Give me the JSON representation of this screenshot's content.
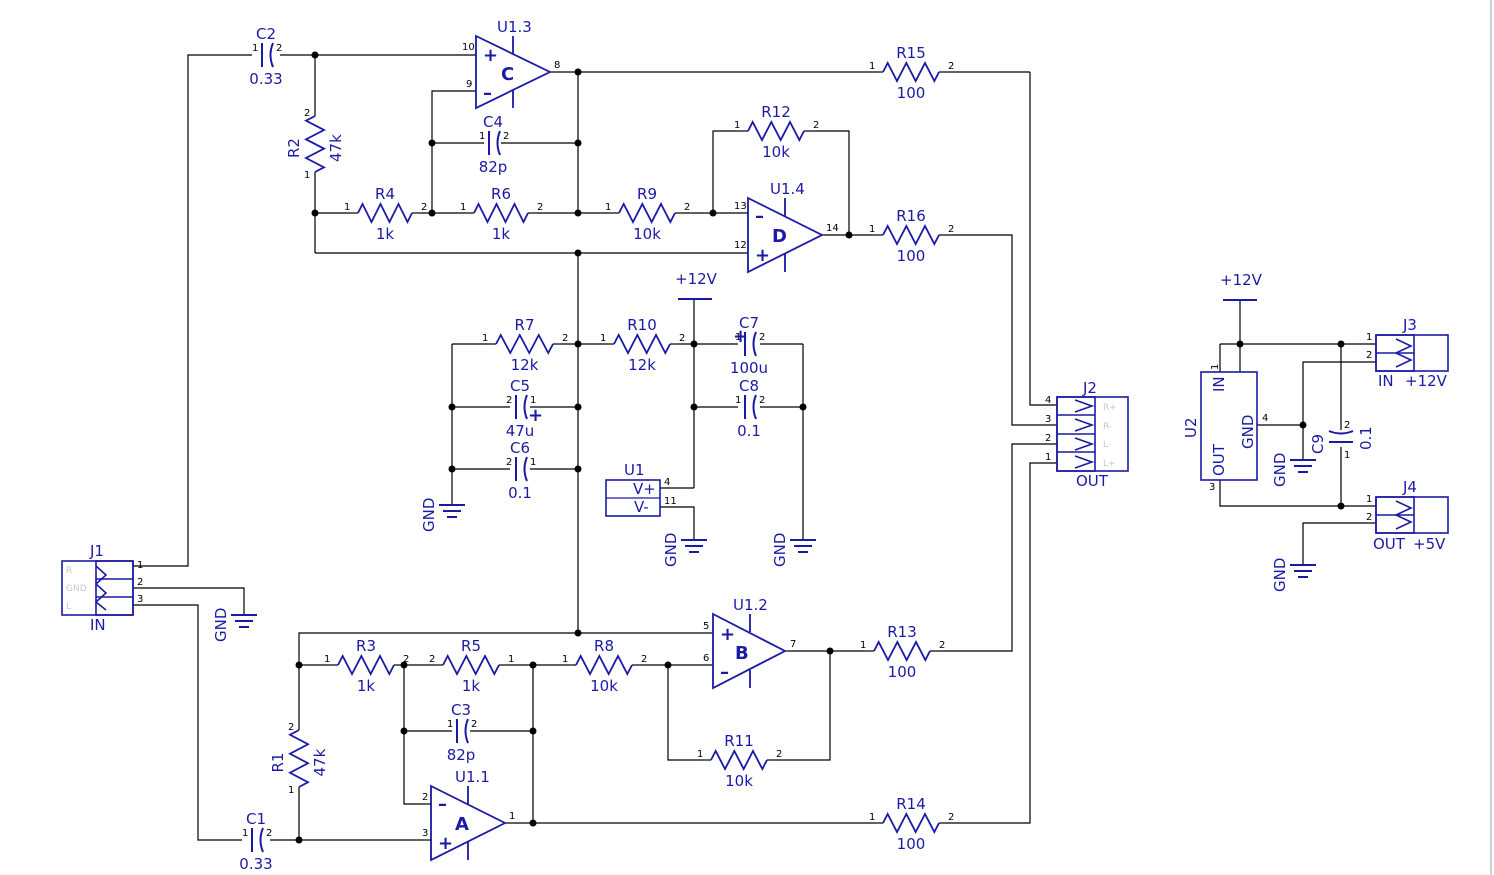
{
  "colors": {
    "wire": "#000000",
    "part": "#1a1aa6",
    "dot": "#000000",
    "pin_label": "#c8c8c8",
    "background": "#ffffff"
  },
  "opamps": [
    {
      "ref": "U1.3",
      "letter": "C",
      "pin_plus": "10",
      "pin_minus": "9",
      "pin_out": "8"
    },
    {
      "ref": "U1.4",
      "letter": "D",
      "pin_plus": "12",
      "pin_minus": "13",
      "pin_out": "14"
    },
    {
      "ref": "U1.2",
      "letter": "B",
      "pin_plus": "5",
      "pin_minus": "6",
      "pin_out": "7"
    },
    {
      "ref": "U1.1",
      "letter": "A",
      "pin_plus": "3",
      "pin_minus": "2",
      "pin_out": "1"
    }
  ],
  "resistors": [
    {
      "ref": "R15",
      "value": "100",
      "p1": "1",
      "p2": "2"
    },
    {
      "ref": "R12",
      "value": "10k",
      "p1": "1",
      "p2": "2"
    },
    {
      "ref": "R16",
      "value": "100",
      "p1": "1",
      "p2": "2"
    },
    {
      "ref": "R4",
      "value": "1k",
      "p1": "1",
      "p2": "2"
    },
    {
      "ref": "R6",
      "value": "1k",
      "p1": "1",
      "p2": "2"
    },
    {
      "ref": "R9",
      "value": "10k",
      "p1": "1",
      "p2": "2"
    },
    {
      "ref": "R7",
      "value": "12k",
      "p1": "1",
      "p2": "2"
    },
    {
      "ref": "R10",
      "value": "12k",
      "p1": "1",
      "p2": "2"
    },
    {
      "ref": "R3",
      "value": "1k",
      "p1": "1",
      "p2": "2"
    },
    {
      "ref": "R5",
      "value": "1k",
      "p1": "2",
      "p2": "1"
    },
    {
      "ref": "R8",
      "value": "10k",
      "p1": "1",
      "p2": "2"
    },
    {
      "ref": "R13",
      "value": "100",
      "p1": "1",
      "p2": "2"
    },
    {
      "ref": "R11",
      "value": "10k",
      "p1": "1",
      "p2": "2"
    },
    {
      "ref": "R14",
      "value": "100",
      "p1": "1",
      "p2": "2"
    },
    {
      "ref": "R2",
      "value": "47k",
      "p1": "1",
      "p2": "2"
    },
    {
      "ref": "R1",
      "value": "47k",
      "p1": "1",
      "p2": "2"
    }
  ],
  "capacitors": [
    {
      "ref": "C2",
      "value": "0.33",
      "p1": "1",
      "p2": "2"
    },
    {
      "ref": "C4",
      "value": "82p",
      "p1": "1",
      "p2": "2"
    },
    {
      "ref": "C7",
      "value": "100u",
      "p1": "1",
      "p2": "2"
    },
    {
      "ref": "C5",
      "value": "47u",
      "p1": "2",
      "p2": "1"
    },
    {
      "ref": "C8",
      "value": "0.1",
      "p1": "1",
      "p2": "2"
    },
    {
      "ref": "C6",
      "value": "0.1",
      "p1": "2",
      "p2": "1"
    },
    {
      "ref": "C3",
      "value": "82p",
      "p1": "1",
      "p2": "2"
    },
    {
      "ref": "C1",
      "value": "0.33",
      "p1": "1",
      "p2": "2"
    },
    {
      "ref": "C9",
      "value": "0.1",
      "p1": "1",
      "p2": "2"
    }
  ],
  "connectors": {
    "J1": {
      "ref": "J1",
      "label": "IN",
      "pins": [
        "1",
        "2",
        "3"
      ],
      "pin_names": [
        "R",
        "GND",
        "L"
      ]
    },
    "J2": {
      "ref": "J2",
      "label": "OUT",
      "pins": [
        "4",
        "3",
        "2",
        "1"
      ],
      "pin_names": [
        "R+",
        "R-",
        "L-",
        "L+"
      ]
    },
    "J3": {
      "ref": "J3",
      "label_left": "IN",
      "label_right": "+12V",
      "pins": [
        "1",
        "2"
      ]
    },
    "J4": {
      "ref": "J4",
      "label_left": "OUT",
      "label_right": "+5V",
      "pins": [
        "1",
        "2"
      ]
    }
  },
  "u1": {
    "ref": "U1",
    "vplus": "V+",
    "vminus": "V-",
    "pin_vplus": "4",
    "pin_vminus": "11"
  },
  "u2": {
    "ref": "U2",
    "in": "IN",
    "gnd": "GND",
    "out": "OUT",
    "pin_in": "1",
    "pin_gnd": "4",
    "pin_out": "3"
  },
  "power": {
    "vcc": "+12V",
    "gnd": "GND"
  },
  "polarity": "+"
}
